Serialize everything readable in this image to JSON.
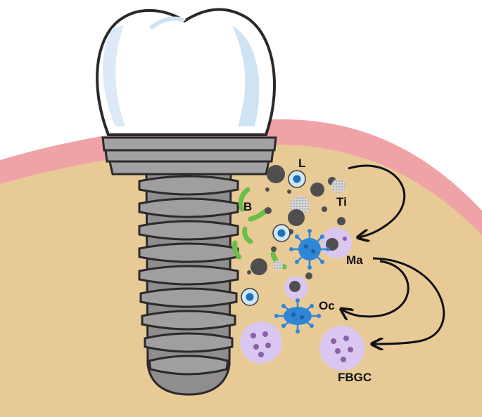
{
  "labels": {
    "lymphocyte": "L",
    "bacteria": "B",
    "titanium_particles": "Ti",
    "macrophage": "Ma",
    "osteoclast": "Oc",
    "foreign_body_giant_cell": "FBGC"
  },
  "colors": {
    "gum": "#efa3a6",
    "bone": "#e8ca97",
    "tooth": "#ffffff",
    "tooth_shade": "#cfe3f3",
    "implant": "#8f8d8d",
    "bacteria": "#69bf47",
    "lymphocyte_nucleus": "#1d6fb8",
    "lymphocyte_ring": "#cfe7f6",
    "osteoclast": "#2f86d6",
    "macrophage": "#d9c7ef",
    "giant_cell_nucleus": "#8a5fa8",
    "particle_dark": "#4f4f4f",
    "particle_dotted": "#bfbfbf",
    "arrow": "#111111"
  }
}
